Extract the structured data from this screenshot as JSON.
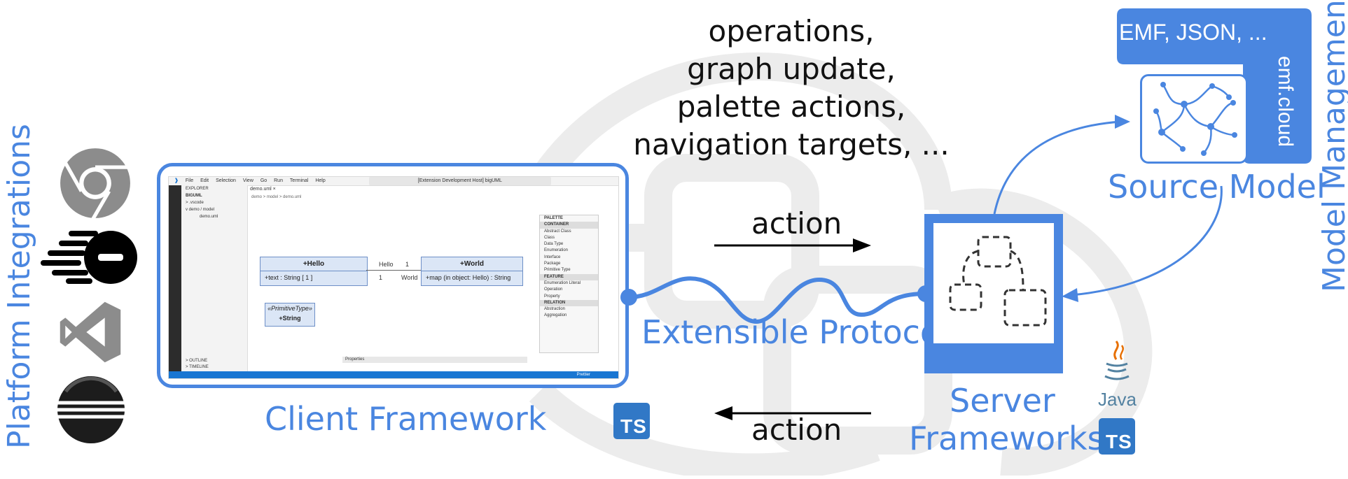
{
  "labels": {
    "platform_integrations": "Platform Integrations",
    "model_management": "Model Management",
    "client_framework": "Client Framework",
    "extensible_protocol": "Extensible Protocol",
    "server_frameworks_line1": "Server",
    "server_frameworks_line2": "Frameworks",
    "source_model": "Source Model",
    "emf_json": "EMF, JSON, ...",
    "emf_cloud": "emf.cloud",
    "action_top": "action",
    "action_bottom": "action",
    "java": "Java",
    "ts_badge": "TS"
  },
  "operations": [
    "operations,",
    "graph update,",
    "palette actions,",
    "navigation targets, ..."
  ],
  "icons": [
    "chrome-icon",
    "theia-icon",
    "vscode-icon",
    "eclipse-icon",
    "java-icon",
    "typescript-icon",
    "glsp-logo-watermark"
  ],
  "colors": {
    "accent": "#4a86e0",
    "watermark": "#ececec",
    "ts": "#3178c6"
  },
  "ide": {
    "menu": [
      "File",
      "Edit",
      "Selection",
      "View",
      "Go",
      "Run",
      "Terminal",
      "Help"
    ],
    "search": "[Extension Development Host] bigUML",
    "tab": "demo.uml",
    "breadcrumb": "demo > model > demo.uml",
    "explorer": [
      "EXPLORER",
      "BIGUML",
      "> .vscode",
      "v demo / model",
      "demo.uml"
    ],
    "outline": "> OUTLINE",
    "timeline": "> TIMELINE",
    "properties": "Properties",
    "status_right": "Prettier",
    "classes": [
      {
        "name": "+Hello",
        "attr": "+text : String [ 1 ]"
      },
      {
        "name": "+World",
        "attr": "+map (in object: Hello) : String"
      }
    ],
    "assoc": {
      "left_label": "Hello",
      "left_mult": "1",
      "right_label": "World",
      "right_mult": "1"
    },
    "primitive": {
      "stereotype": "«PrimitiveType»",
      "name": "+String"
    },
    "palette": {
      "title": "PALETTE",
      "items": [
        {
          "t": "CONTAINER",
          "sec": true
        },
        {
          "t": "Abstract Class"
        },
        {
          "t": "Class"
        },
        {
          "t": "Data Type"
        },
        {
          "t": "Enumeration"
        },
        {
          "t": "Interface"
        },
        {
          "t": "Package"
        },
        {
          "t": "Primitive Type"
        },
        {
          "t": "FEATURE",
          "sec": true
        },
        {
          "t": "Enumeration Literal"
        },
        {
          "t": "Operation"
        },
        {
          "t": "Property"
        },
        {
          "t": "RELATION",
          "sec": true
        },
        {
          "t": "Abstraction"
        },
        {
          "t": "Aggregation"
        }
      ]
    }
  }
}
